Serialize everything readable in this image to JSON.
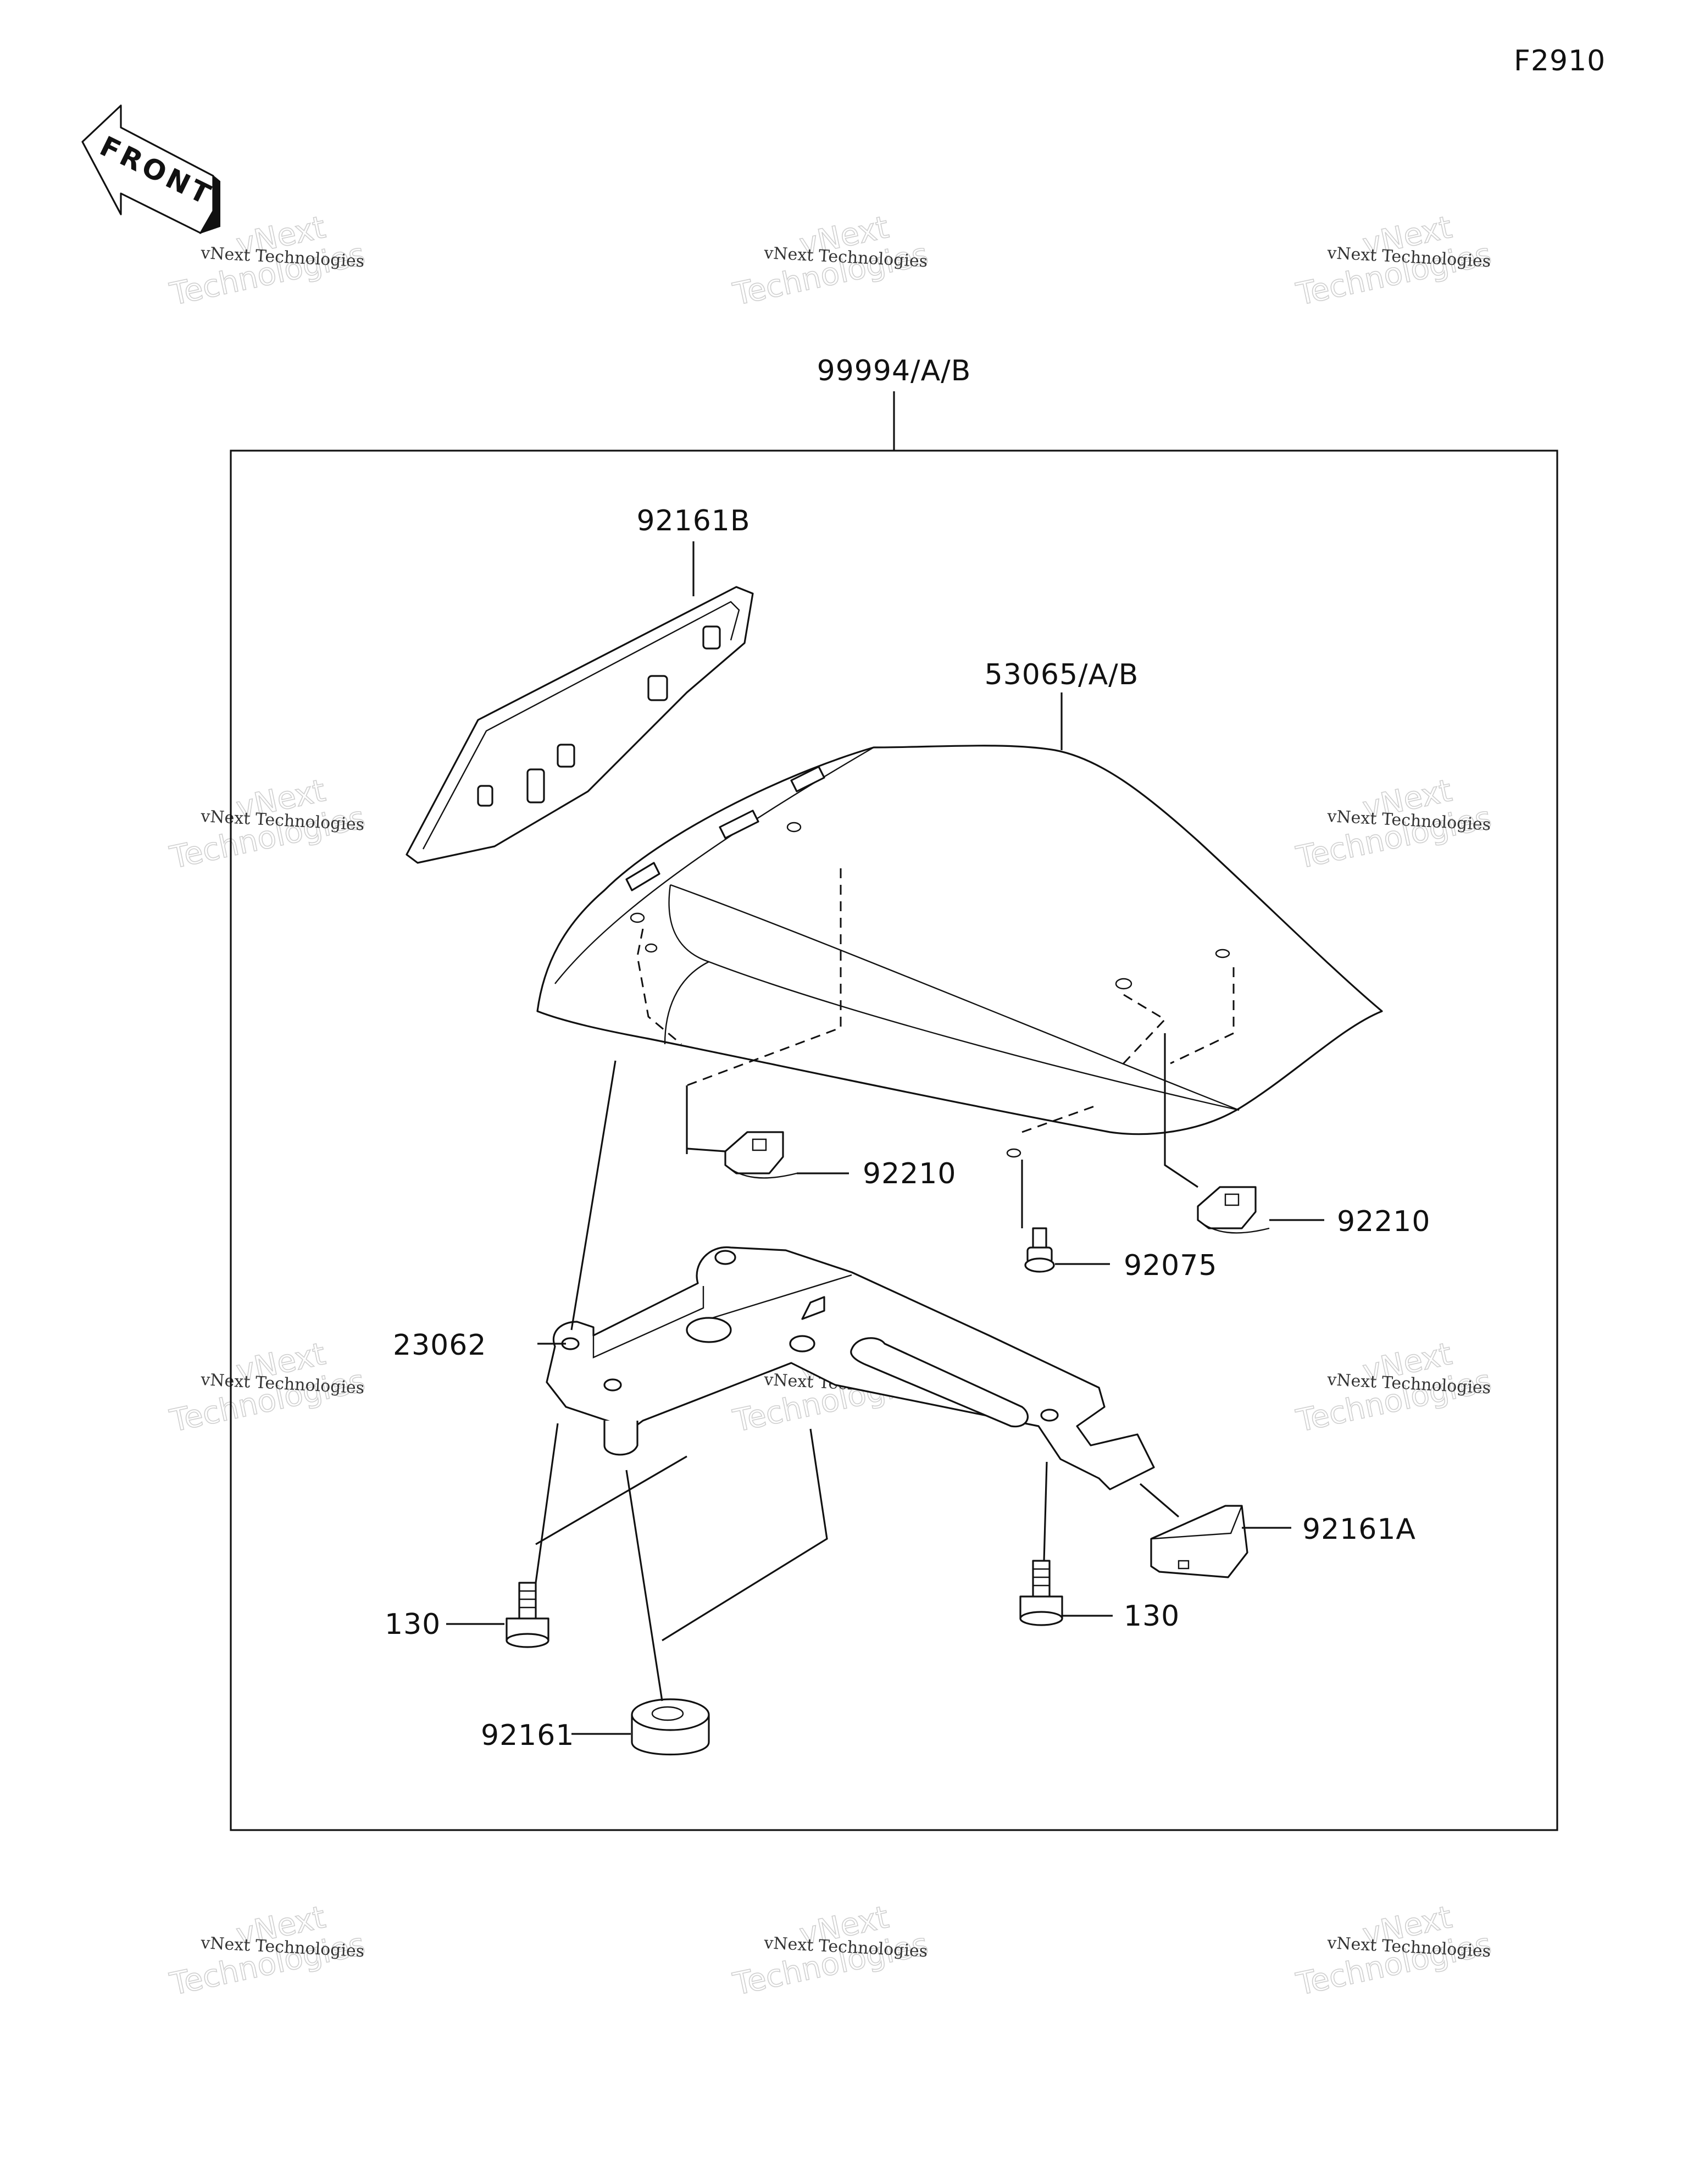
{
  "figure_code": "F2910",
  "front_arrow_label": "FRONT",
  "watermark": {
    "line1": "vNext Technologies",
    "line2": "Technologies",
    "line3": "vNext"
  },
  "labels": {
    "assembly": "99994/A/B",
    "cover": "53065/A/B",
    "pad_top": "92161B",
    "nut_mid": "92210",
    "nut_right": "92210",
    "bolt_right_mid": "92075",
    "bracket": "23062",
    "pad_right": "92161A",
    "bolt_left": "130",
    "bolt_right": "130",
    "damper": "92161"
  }
}
